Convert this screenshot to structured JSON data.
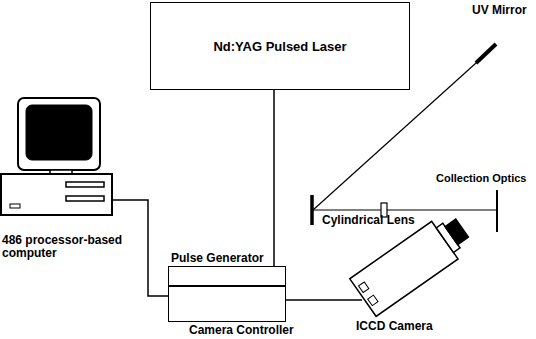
{
  "diagram": {
    "nodes": [
      {
        "text": [
          "Nd:YAG Pulsed Laser"
        ]
      },
      {
        "text": [
          "486 processor-based computer"
        ]
      },
      {
        "text": [
          "Pulse Generator"
        ]
      },
      {
        "text": [
          "Camera Controller"
        ]
      },
      {
        "text": [
          "ICCD Camera"
        ]
      }
    ],
    "edges": [
      {
        "from": 0,
        "to": 2,
        "arrow": "none"
      },
      {
        "from": 1,
        "to": 3,
        "arrow": "none"
      },
      {
        "from": 3,
        "to": 4,
        "arrow": "none"
      }
    ],
    "labels": [
      "UV Mirror",
      "Cylindrical Lens",
      "Collection Optics"
    ]
  }
}
